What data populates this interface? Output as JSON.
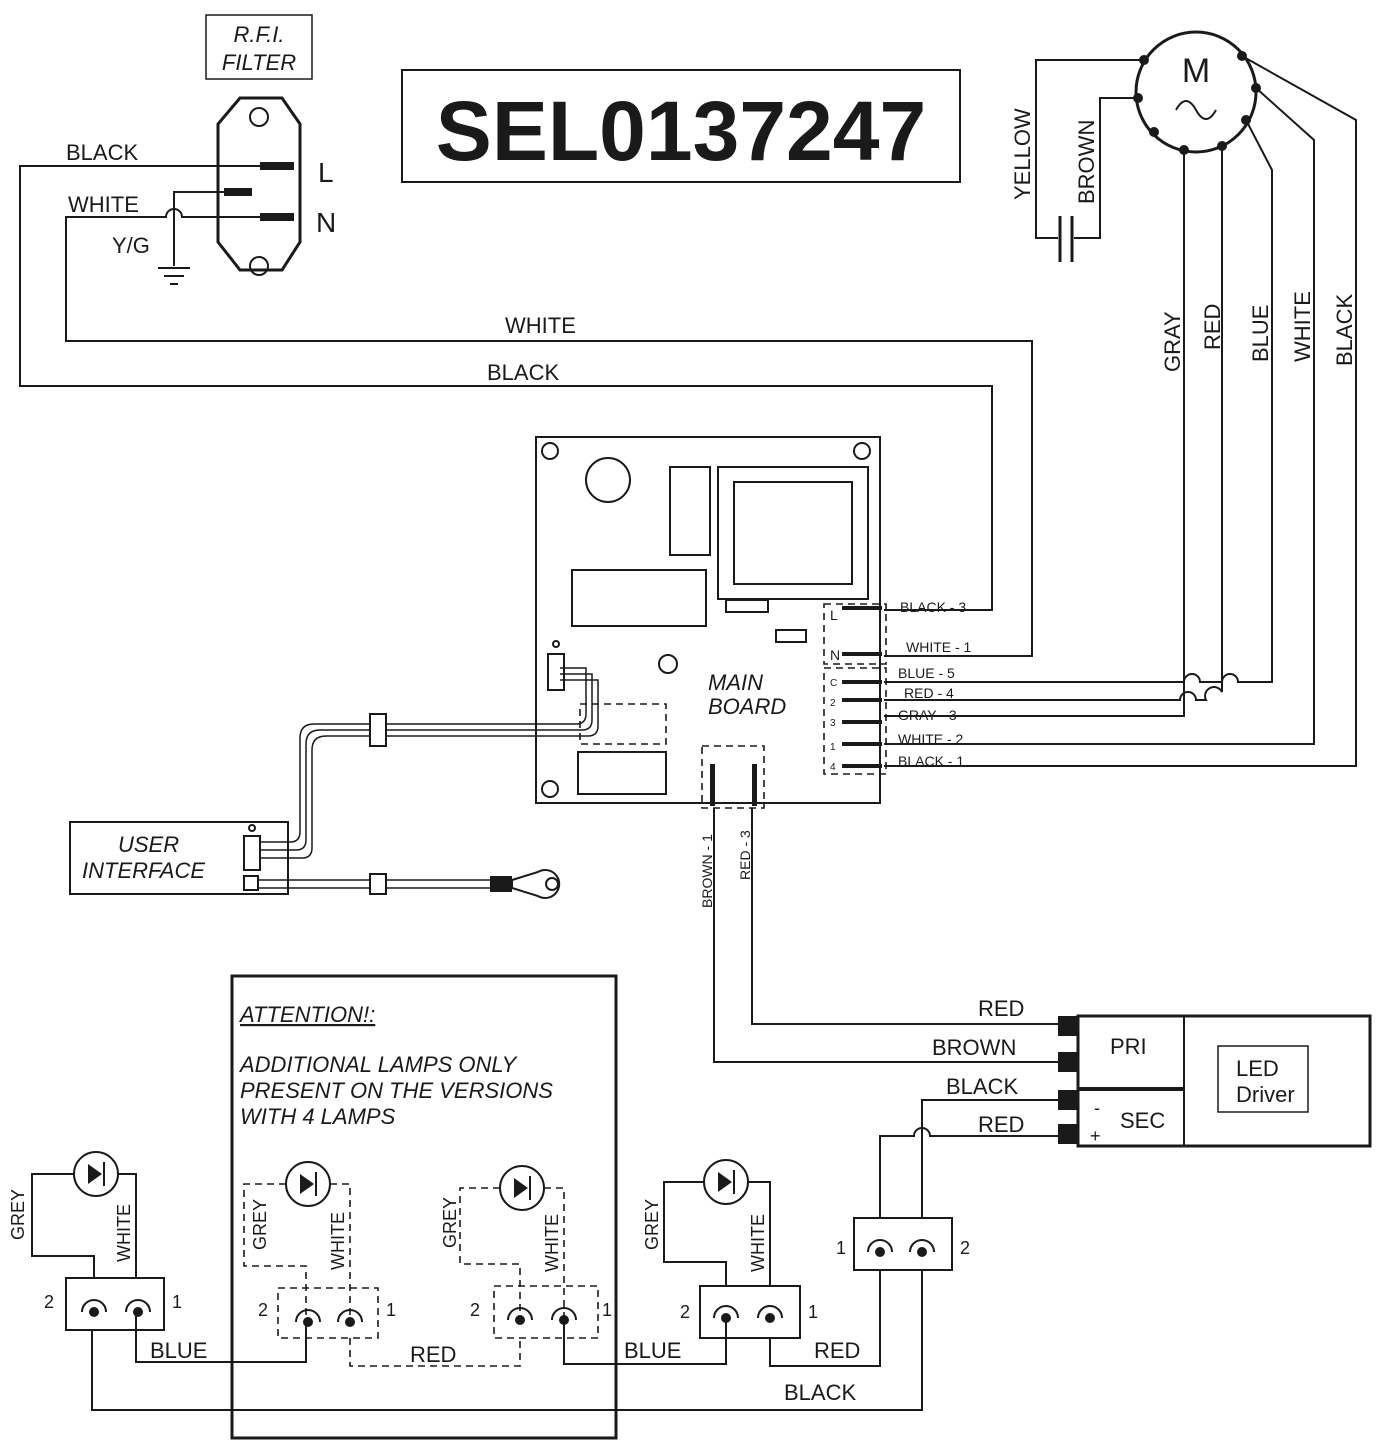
{
  "title": "SEL0137247",
  "rfi_filter": {
    "line1": "R.F.I.",
    "line2": "FILTER",
    "terminal_l": "L",
    "terminal_n": "N"
  },
  "mains": {
    "black": "BLACK",
    "white": "WHITE",
    "ground": "Y/G"
  },
  "runs": {
    "white": "WHITE",
    "black": "BLACK"
  },
  "motor": {
    "symbol": "M",
    "capacitor_wires": [
      "YELLOW",
      "BROWN"
    ],
    "wires": [
      "GRAY",
      "RED",
      "BLUE",
      "WHITE",
      "BLACK"
    ]
  },
  "main_board": {
    "line1": "MAIN",
    "line2": "BOARD",
    "connector_top": [
      {
        "pin": "L",
        "wire": "BLACK - 3"
      },
      {
        "pin": "N",
        "wire": "WHITE - 1"
      }
    ],
    "connector_bottom": [
      {
        "pin": "C",
        "wire": "BLUE - 5"
      },
      {
        "pin": "2",
        "wire": "RED - 4"
      },
      {
        "pin": "3",
        "wire": "GRAY - 3"
      },
      {
        "pin": "1",
        "wire": "WHITE - 2"
      },
      {
        "pin": "4",
        "wire": "BLACK - 1"
      }
    ],
    "lamp_wires": [
      "BROWN - 1",
      "RED - 3"
    ]
  },
  "user_interface": {
    "line1": "USER",
    "line2": "INTERFACE"
  },
  "led_driver": {
    "line1": "LED",
    "line2": "Driver",
    "pri": "PRI",
    "sec": "SEC",
    "minus": "-",
    "plus": "+",
    "wires": [
      "RED",
      "BROWN",
      "BLACK",
      "RED"
    ]
  },
  "attention": {
    "heading": "ATTENTION!:",
    "lines": [
      "ADDITIONAL LAMPS ONLY",
      "PRESENT ON THE VERSIONS",
      "WITH 4 LAMPS"
    ]
  },
  "lamps": {
    "grey": "GREY",
    "white": "WHITE",
    "pin1": "1",
    "pin2": "2"
  },
  "bottom_wires": {
    "blue": "BLUE",
    "red": "RED",
    "black": "BLACK"
  }
}
